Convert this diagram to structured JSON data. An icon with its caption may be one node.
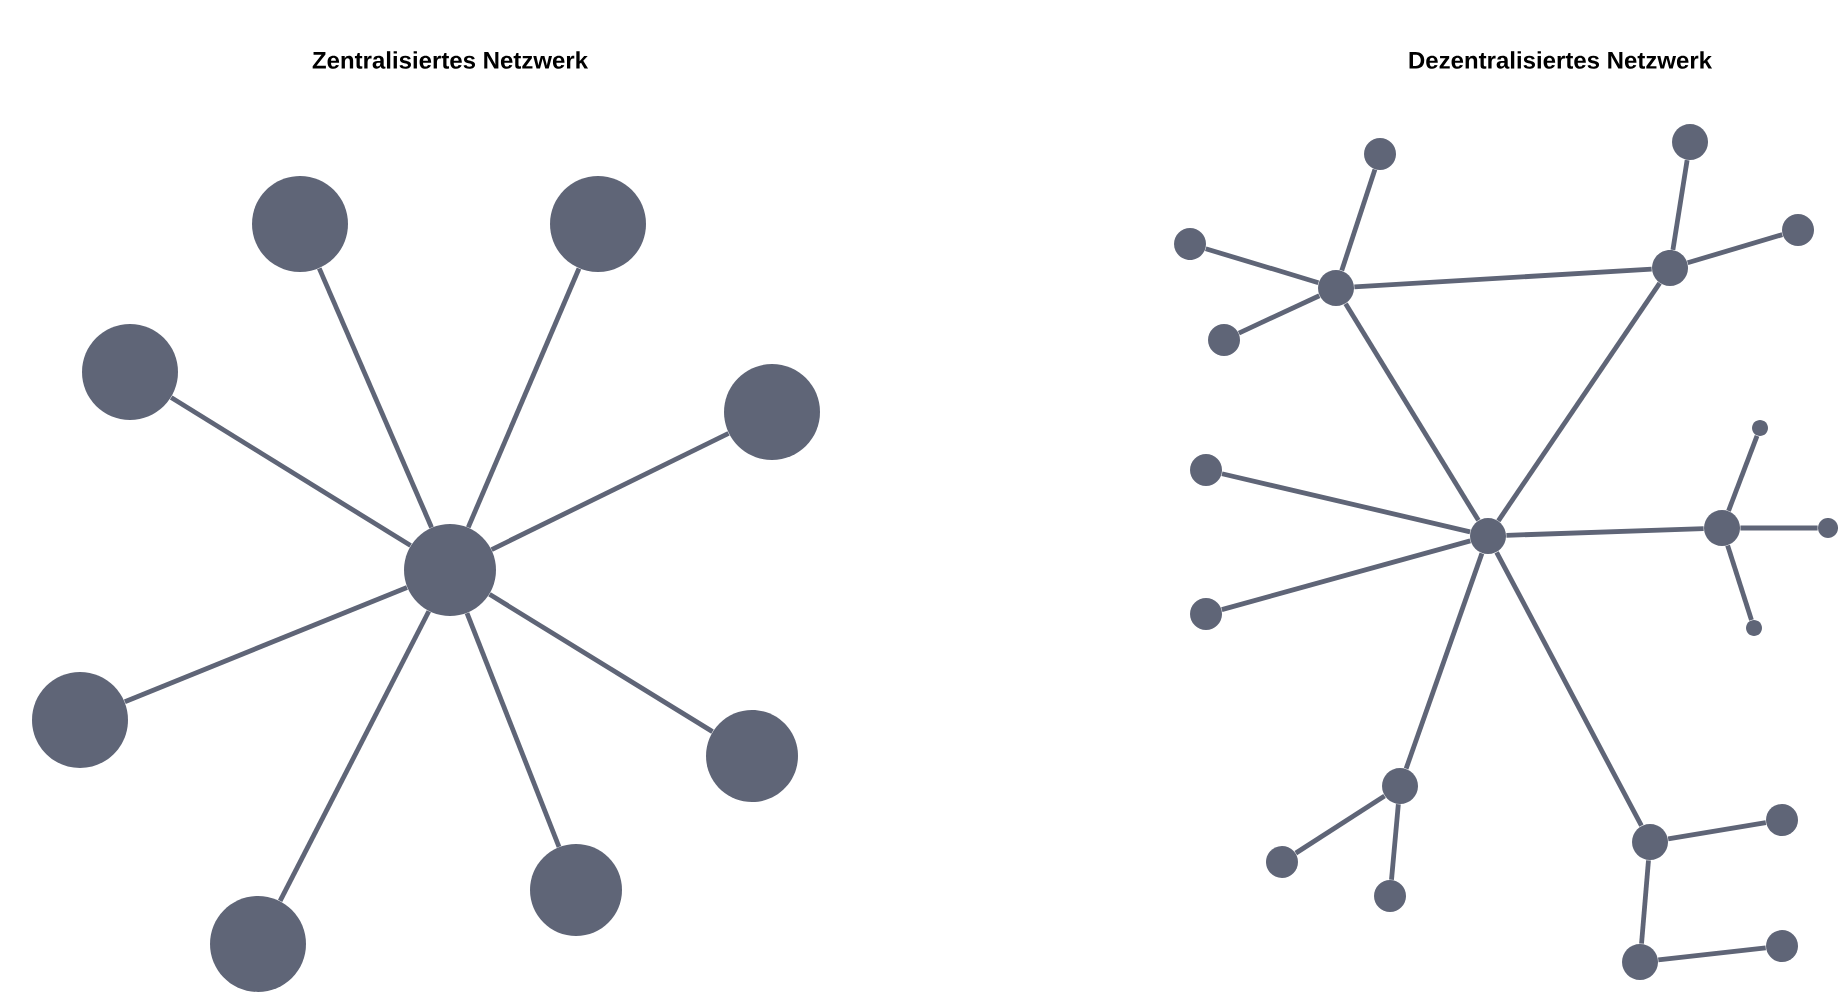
{
  "diagram": {
    "nodes": [
      {
        "text": [],
        "shape": "circle"
      },
      {
        "text": [],
        "shape": "circle"
      },
      {
        "text": [],
        "shape": "circle"
      },
      {
        "text": [],
        "shape": "circle"
      },
      {
        "text": [],
        "shape": "circle"
      },
      {
        "text": [],
        "shape": "circle"
      },
      {
        "text": [],
        "shape": "circle"
      },
      {
        "text": [],
        "shape": "circle"
      },
      {
        "text": [],
        "shape": "circle"
      },
      {
        "text": [],
        "shape": "circle"
      },
      {
        "text": [],
        "shape": "circle"
      },
      {
        "text": [],
        "shape": "circle"
      },
      {
        "text": [],
        "shape": "circle"
      },
      {
        "text": [],
        "shape": "circle"
      },
      {
        "text": [],
        "shape": "circle"
      },
      {
        "text": [],
        "shape": "circle"
      },
      {
        "text": [],
        "shape": "circle"
      },
      {
        "text": [],
        "shape": "circle"
      },
      {
        "text": [],
        "shape": "circle"
      },
      {
        "text": [],
        "shape": "circle"
      },
      {
        "text": [],
        "shape": "circle"
      },
      {
        "text": [],
        "shape": "circle"
      },
      {
        "text": [],
        "shape": "circle"
      },
      {
        "text": [],
        "shape": "circle"
      },
      {
        "text": [],
        "shape": "circle"
      },
      {
        "text": [],
        "shape": "circle"
      },
      {
        "text": [],
        "shape": "circle"
      },
      {
        "text": [],
        "shape": "circle"
      },
      {
        "text": [],
        "shape": "circle"
      },
      {
        "text": [],
        "shape": "circle"
      }
    ],
    "edges": [
      {
        "from": 0,
        "to": 1,
        "arrow": "none"
      },
      {
        "from": 0,
        "to": 2,
        "arrow": "none"
      },
      {
        "from": 0,
        "to": 3,
        "arrow": "none"
      },
      {
        "from": 0,
        "to": 4,
        "arrow": "none"
      },
      {
        "from": 0,
        "to": 5,
        "arrow": "none"
      },
      {
        "from": 0,
        "to": 6,
        "arrow": "none"
      },
      {
        "from": 0,
        "to": 7,
        "arrow": "none"
      },
      {
        "from": 0,
        "to": 8,
        "arrow": "none"
      },
      {
        "from": 9,
        "to": 10,
        "arrow": "none"
      },
      {
        "from": 9,
        "to": 11,
        "arrow": "none"
      },
      {
        "from": 9,
        "to": 12,
        "arrow": "none"
      },
      {
        "from": 9,
        "to": 13,
        "arrow": "none"
      },
      {
        "from": 9,
        "to": 16,
        "arrow": "none"
      },
      {
        "from": 13,
        "to": 14,
        "arrow": "none"
      },
      {
        "from": 13,
        "to": 15,
        "arrow": "none"
      },
      {
        "from": 13,
        "to": 16,
        "arrow": "none"
      },
      {
        "from": 16,
        "to": 17,
        "arrow": "none"
      },
      {
        "from": 16,
        "to": 18,
        "arrow": "none"
      },
      {
        "from": 16,
        "to": 19,
        "arrow": "none"
      },
      {
        "from": 19,
        "to": 20,
        "arrow": "none"
      },
      {
        "from": 19,
        "to": 21,
        "arrow": "none"
      },
      {
        "from": 19,
        "to": 22,
        "arrow": "none"
      },
      {
        "from": 16,
        "to": 23,
        "arrow": "none"
      },
      {
        "from": 23,
        "to": 24,
        "arrow": "none"
      },
      {
        "from": 23,
        "to": 25,
        "arrow": "none"
      },
      {
        "from": 16,
        "to": 26,
        "arrow": "none"
      },
      {
        "from": 26,
        "to": 27,
        "arrow": "none"
      },
      {
        "from": 26,
        "to": 28,
        "arrow": "none"
      },
      {
        "from": 28,
        "to": 29,
        "arrow": "none"
      }
    ],
    "labels": [
      "Zentralisiertes Netzwerk",
      "Dezentralisiertes Netzwerk"
    ]
  }
}
